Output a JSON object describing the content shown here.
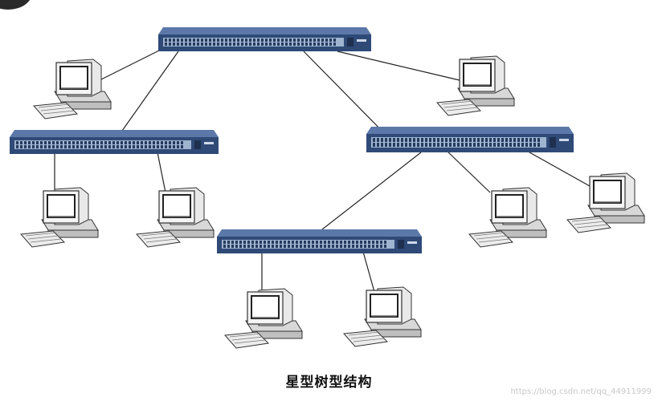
{
  "diagram": {
    "caption": "星型树型结构",
    "watermark": "https://blog.csdn.net/qq_44911999",
    "switches": [
      {
        "id": "switch-top"
      },
      {
        "id": "switch-left"
      },
      {
        "id": "switch-right"
      },
      {
        "id": "switch-bottom"
      }
    ],
    "computers": [
      {
        "id": "pc-top-left"
      },
      {
        "id": "pc-top-right"
      },
      {
        "id": "pc-left-1"
      },
      {
        "id": "pc-left-2"
      },
      {
        "id": "pc-right-1"
      },
      {
        "id": "pc-right-2"
      },
      {
        "id": "pc-bottom-1"
      },
      {
        "id": "pc-bottom-2"
      }
    ],
    "links": [
      [
        "switch-top",
        "pc-top-left"
      ],
      [
        "switch-top",
        "pc-top-right"
      ],
      [
        "switch-top",
        "switch-left"
      ],
      [
        "switch-top",
        "switch-right"
      ],
      [
        "switch-left",
        "pc-left-1"
      ],
      [
        "switch-left",
        "pc-left-2"
      ],
      [
        "switch-right",
        "pc-right-1"
      ],
      [
        "switch-right",
        "pc-right-2"
      ],
      [
        "switch-right",
        "switch-bottom"
      ],
      [
        "switch-bottom",
        "pc-bottom-1"
      ],
      [
        "switch-bottom",
        "pc-bottom-2"
      ]
    ],
    "colors": {
      "switch_body": "#2f4a77",
      "switch_top": "#5b78a8",
      "port_strip": "#9fb4cf",
      "cable": "#222222",
      "pc_body": "#e9e9e9",
      "pc_screen": "#ffffff"
    }
  }
}
